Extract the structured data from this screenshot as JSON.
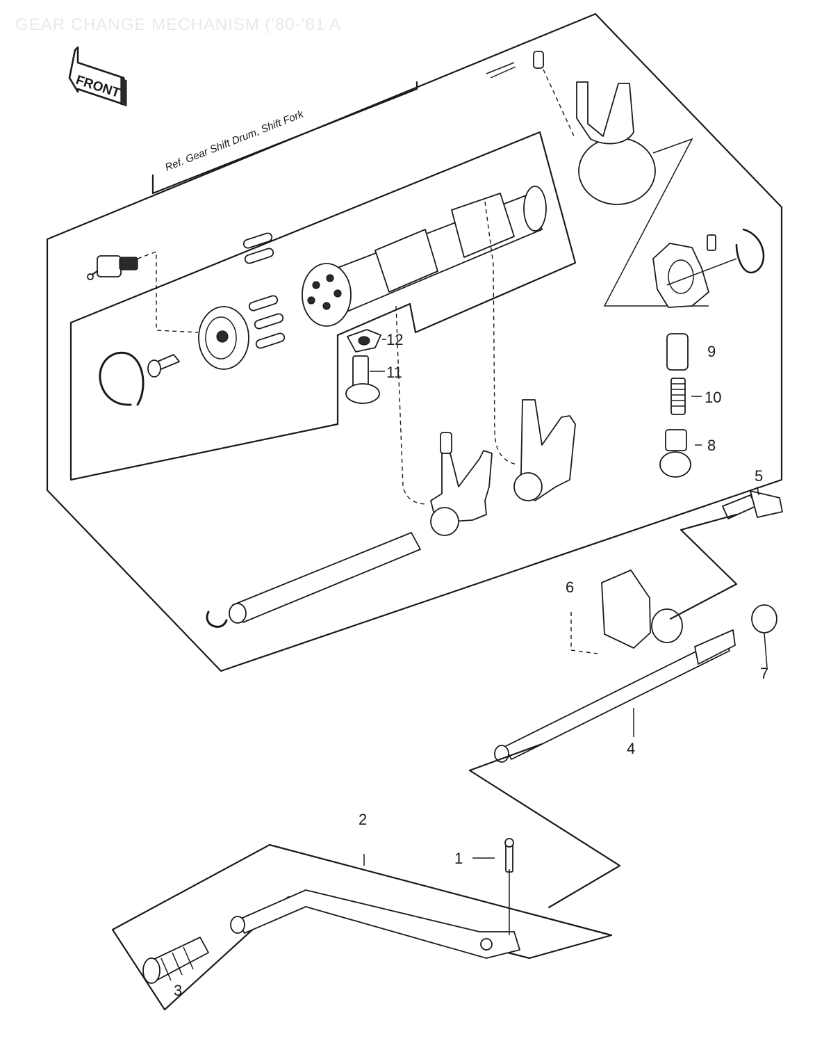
{
  "header": {
    "watermark": "GEAR CHANGE MECHANISM ('80-'81 A"
  },
  "front_badge": {
    "text": "FRONT"
  },
  "reference_note": "Ref. Gear Shift Drum, Shift Fork",
  "callouts": {
    "p1": "1",
    "p2": "2",
    "p3": "3",
    "p4": "4",
    "p5": "5",
    "p6": "6",
    "p7": "7",
    "p8": "8",
    "p9": "9",
    "p10": "10",
    "p11": "11",
    "p12": "12"
  }
}
